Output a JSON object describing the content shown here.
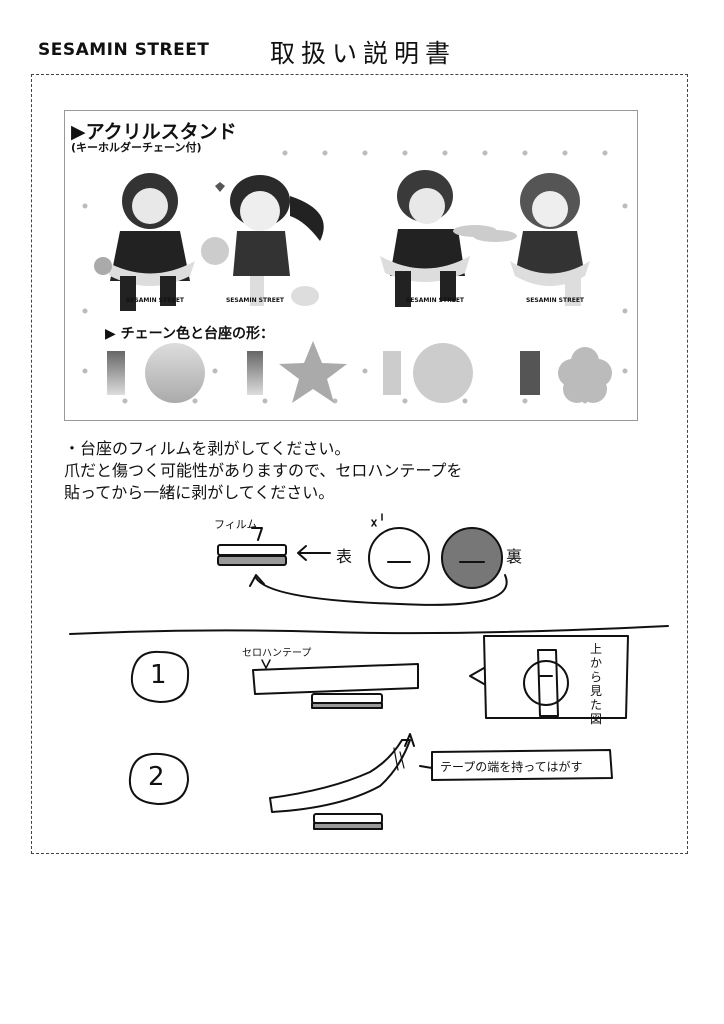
{
  "header": {
    "brand": "SESAMIN STREET",
    "title": "取扱い説明書"
  },
  "product": {
    "title": "▶アクリルスタンド",
    "subtitle": "(キーホルダーチェーン付)",
    "chain_heading": "▶ チェーン色と台座の形：",
    "character_labels": [
      "SESAMIN STREET",
      "SESAMIN STREET",
      "SESAMIN STREET",
      "SESAMIN STREET"
    ],
    "base_shapes": [
      "circle",
      "star",
      "circle",
      "flower"
    ]
  },
  "instructions": {
    "line1": "・台座のフィルムを剥がしてください。",
    "line2": "爪だと傷つく可能性がありますので、セロハンテープを",
    "line3": "貼ってから一緒に剥がしてください。"
  },
  "diagram": {
    "film_label": "フィルム",
    "front_label": "表",
    "back_label": "裏",
    "tape_label": "セロハンテープ",
    "view_label": "上から見た図",
    "step1": "1",
    "step2": "2",
    "peel_note": "テープの端を持ってはがす"
  }
}
